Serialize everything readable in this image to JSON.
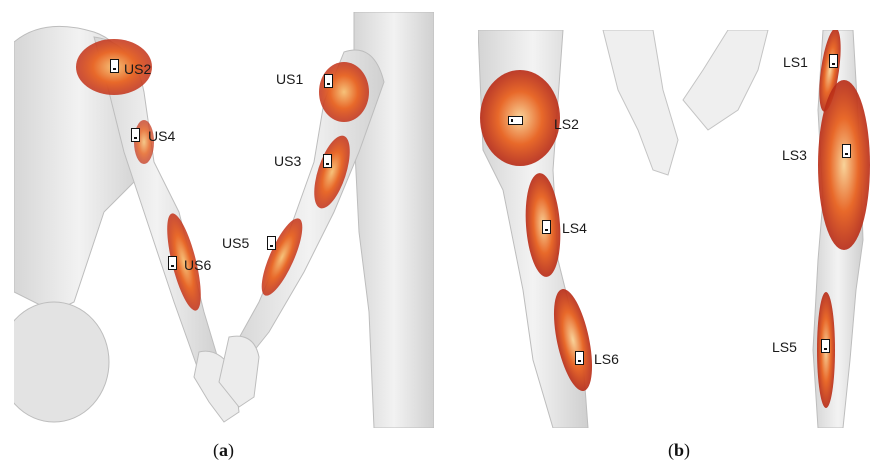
{
  "panels": [
    {
      "caption_open": "(",
      "caption_letter": "a",
      "caption_close": ")",
      "sensors": [
        "US1",
        "US2",
        "US3",
        "US4",
        "US5",
        "US6"
      ]
    },
    {
      "caption_open": "(",
      "caption_letter": "b",
      "caption_close": ")",
      "sensors": [
        "LS1",
        "LS2",
        "LS3",
        "LS4",
        "LS5",
        "LS6"
      ]
    }
  ],
  "colors": {
    "muscle_highlight": "#d9481e",
    "muscle_glow": "#f6c27a",
    "body_base": "#e6e6e6",
    "body_line": "#b9b9b9"
  }
}
